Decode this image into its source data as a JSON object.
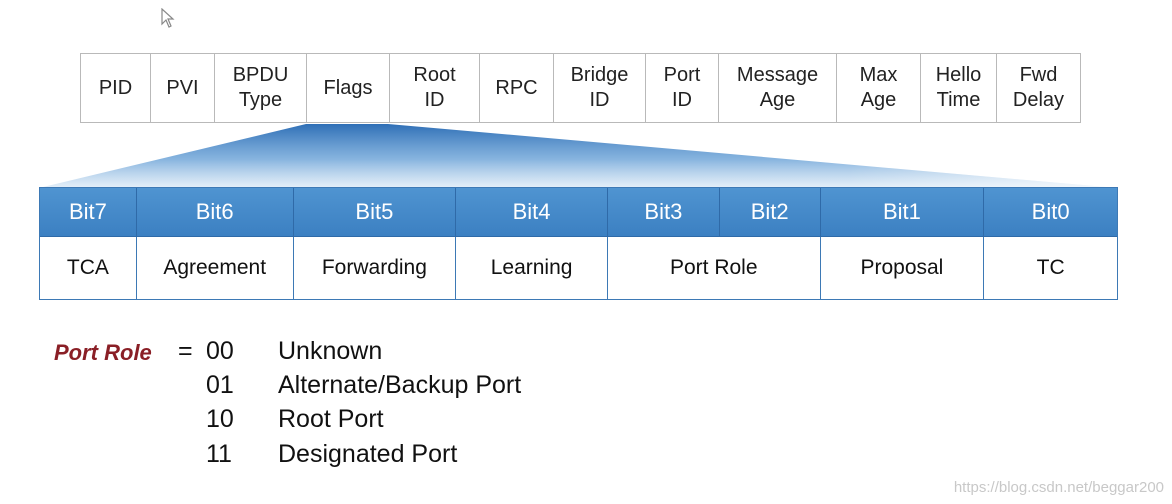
{
  "bpdu_fields": [
    {
      "label": "PID"
    },
    {
      "label": "PVI"
    },
    {
      "label": "BPDU\nType"
    },
    {
      "label": "Flags"
    },
    {
      "label": "Root\nID"
    },
    {
      "label": "RPC"
    },
    {
      "label": "Bridge\nID"
    },
    {
      "label": "Port\nID"
    },
    {
      "label": "Message\nAge"
    },
    {
      "label": "Max\nAge"
    },
    {
      "label": "Hello\nTime"
    },
    {
      "label": "Fwd\nDelay"
    }
  ],
  "flag_bits": {
    "headers": [
      "Bit7",
      "Bit6",
      "Bit5",
      "Bit4",
      "Bit3",
      "Bit2",
      "Bit1",
      "Bit0"
    ],
    "values": [
      "TCA",
      "Agreement",
      "Forwarding",
      "Learning",
      "Port Role",
      "Proposal",
      "TC"
    ]
  },
  "legend": {
    "title": "Port Role",
    "equals": "=",
    "entries": [
      {
        "code": "00",
        "meaning": "Unknown"
      },
      {
        "code": "01",
        "meaning": "Alternate/Backup Port"
      },
      {
        "code": "10",
        "meaning": "Root Port"
      },
      {
        "code": "11",
        "meaning": "Designated Port"
      }
    ]
  },
  "watermark": "https://blog.csdn.net/beggar200",
  "colors": {
    "header_blue": "#4389c9",
    "border_blue": "#3d79b5",
    "legend_title": "#8a1f26"
  }
}
